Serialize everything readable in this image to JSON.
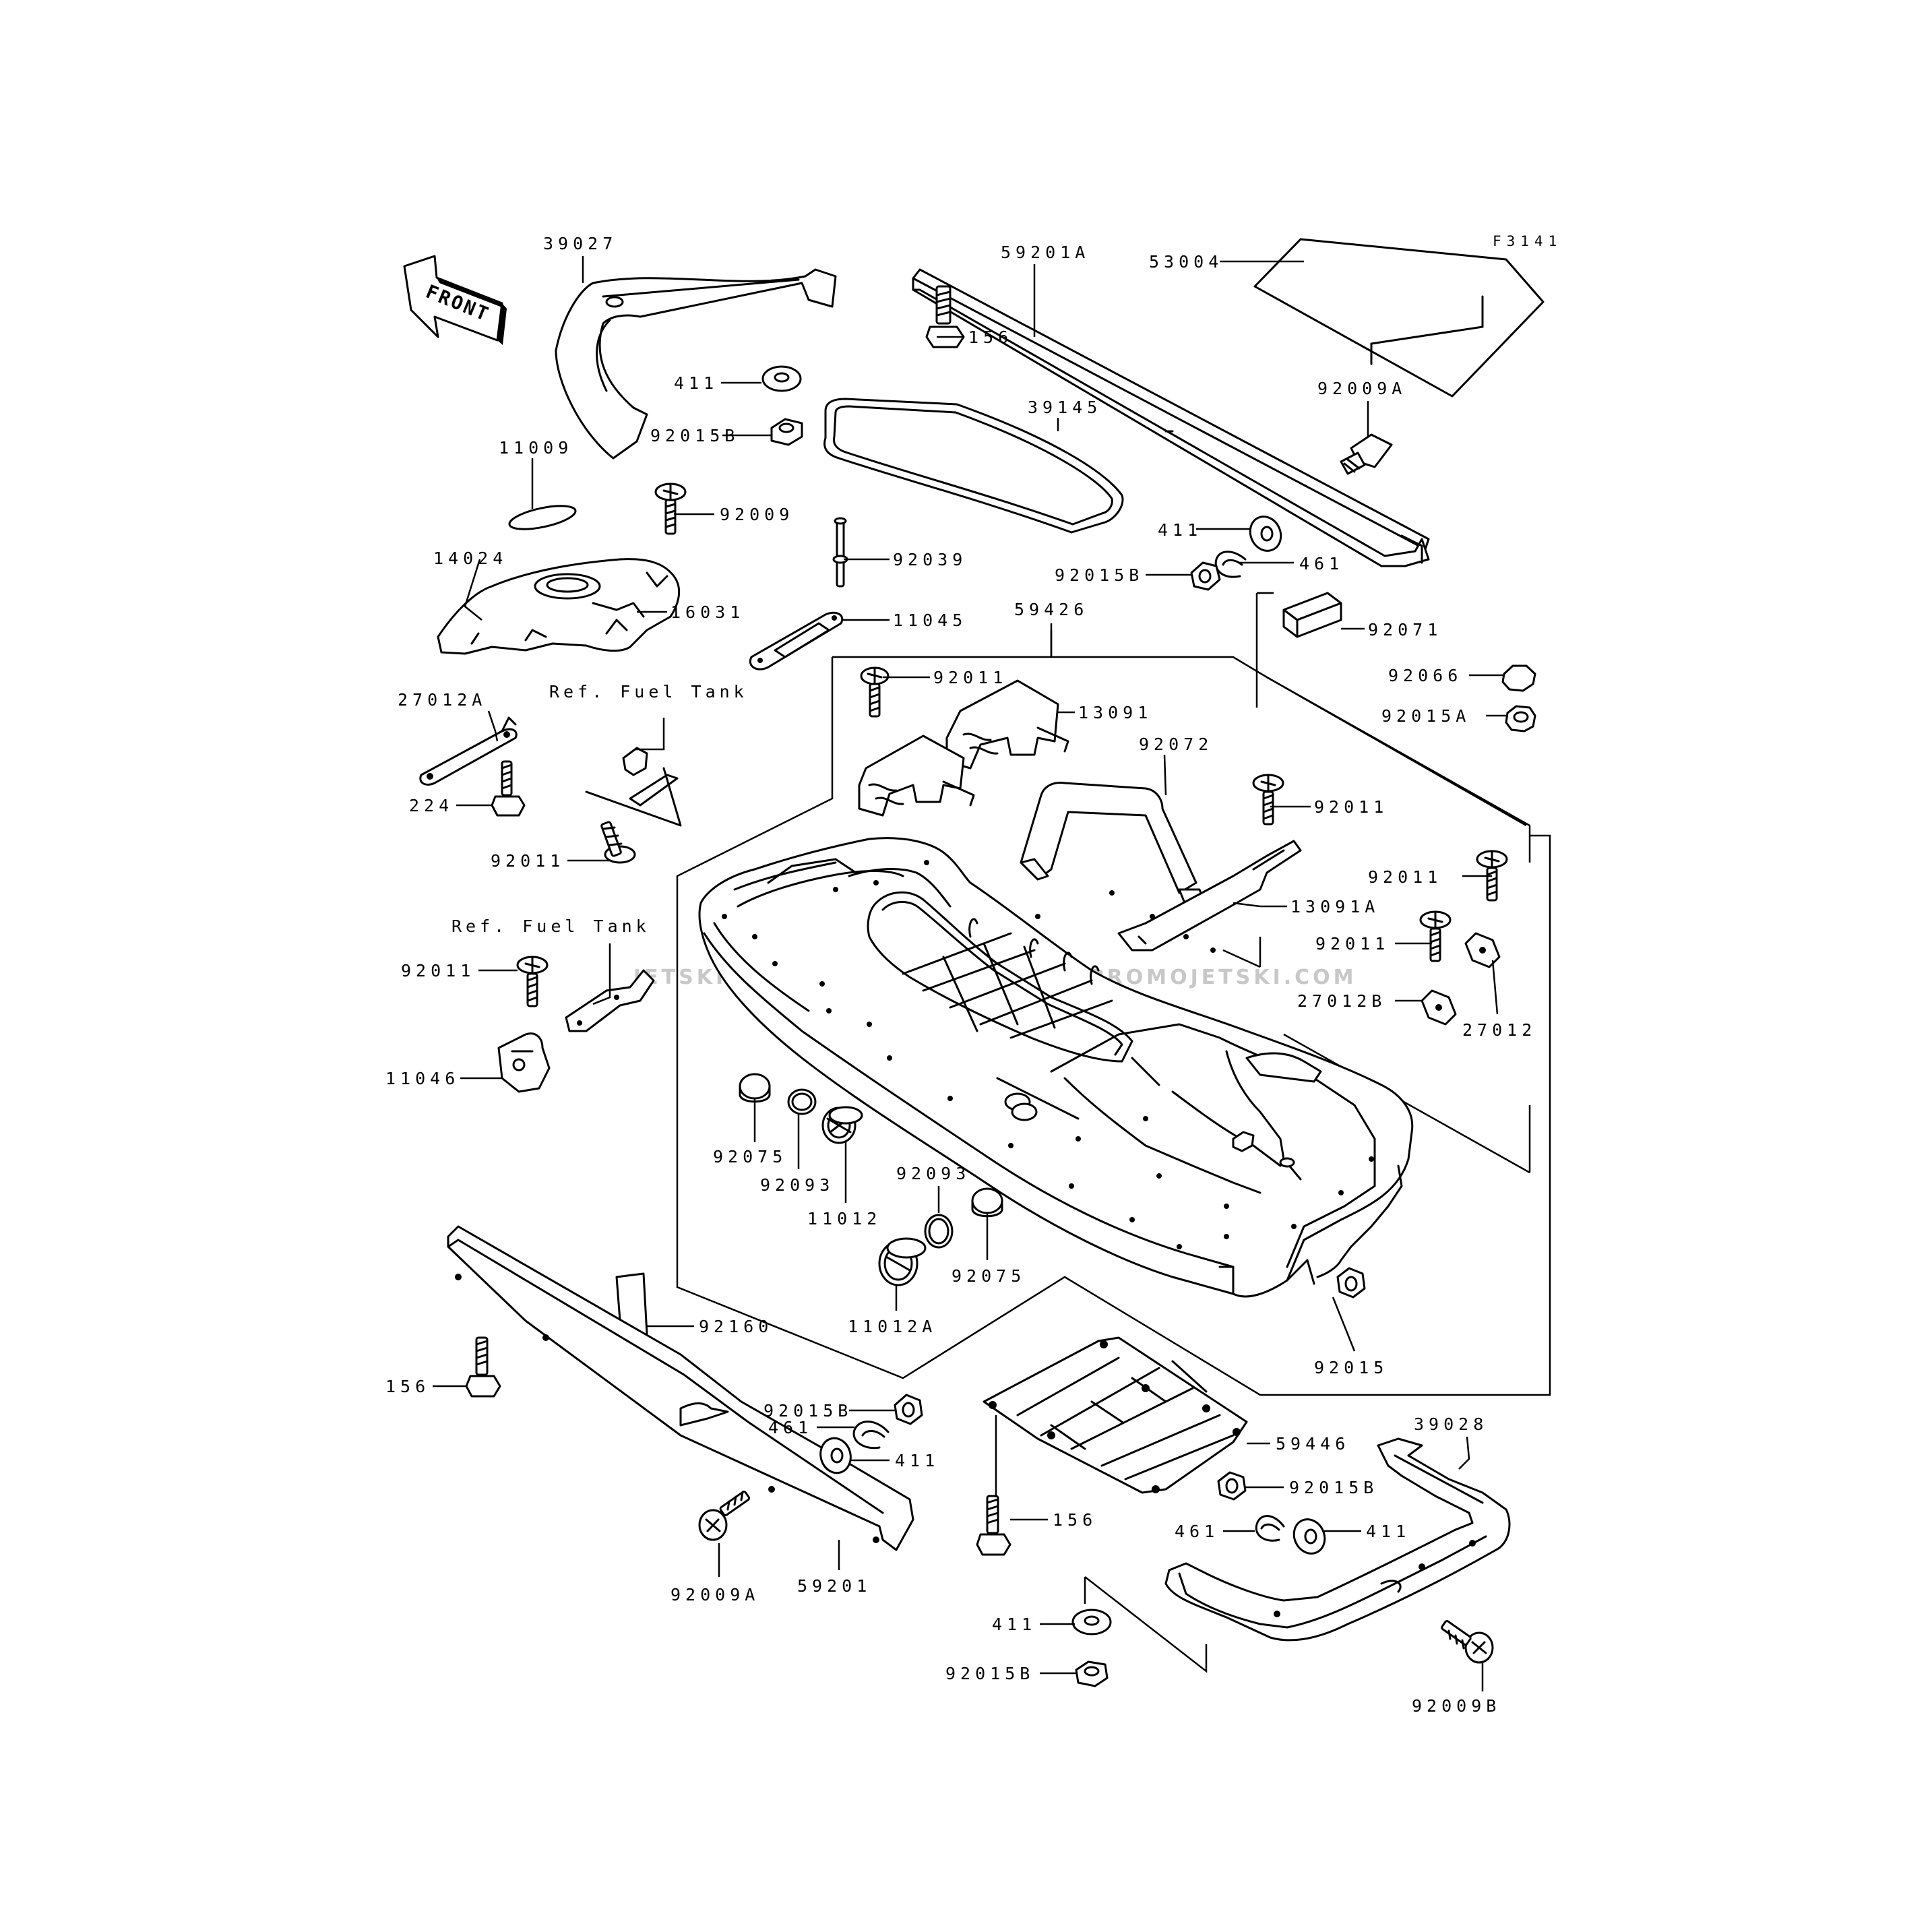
{
  "figure_code": "F3141",
  "front_label": "FRONT",
  "watermark": "JETSKI.COM  PROMOJETSKI.COM  PROMOJETSKI.COM",
  "callouts": {
    "c39027": "39027",
    "c59201A": "59201A",
    "c53004": "53004",
    "c156a": "156",
    "c411a": "411",
    "c39145": "39145",
    "c92009A_a": "92009A",
    "c92015B_a": "92015B",
    "c11009": "11009",
    "c92009": "92009",
    "c411b": "411",
    "c461a": "461",
    "c92015B_b": "92015B",
    "c14024": "14024",
    "c92039": "92039",
    "c16031": "16031",
    "c11045": "11045",
    "c59426": "59426",
    "c92071": "92071",
    "c92011a": "92011",
    "c92066": "92066",
    "c27012A": "27012A",
    "ref1": "Ref. Fuel Tank",
    "c13091": "13091",
    "c92015A": "92015A",
    "c92072": "92072",
    "c224": "224",
    "c92011b": "92011",
    "c92011c": "92011",
    "c92011d": "92011",
    "c13091A": "13091A",
    "ref2": "Ref. Fuel Tank",
    "c92011e": "92011",
    "c92011f": "92011",
    "c27012B": "27012B",
    "c27012": "27012",
    "c11046": "11046",
    "c92075a": "92075",
    "c92093a": "92093",
    "c92093b": "92093",
    "c11012": "11012",
    "c92075b": "92075",
    "c92160": "92160",
    "c11012A": "11012A",
    "c92015": "92015",
    "c156b": "156",
    "c92015B_c": "92015B",
    "c461b": "461",
    "c411c": "411",
    "c39028": "39028",
    "c59446": "59446",
    "c92015B_d": "92015B",
    "c156c": "156",
    "c461c": "461",
    "c411d": "411",
    "c92009A_b": "92009A",
    "c59201": "59201",
    "c411e": "411",
    "c92015B_e": "92015B",
    "c92009B": "92009B"
  }
}
